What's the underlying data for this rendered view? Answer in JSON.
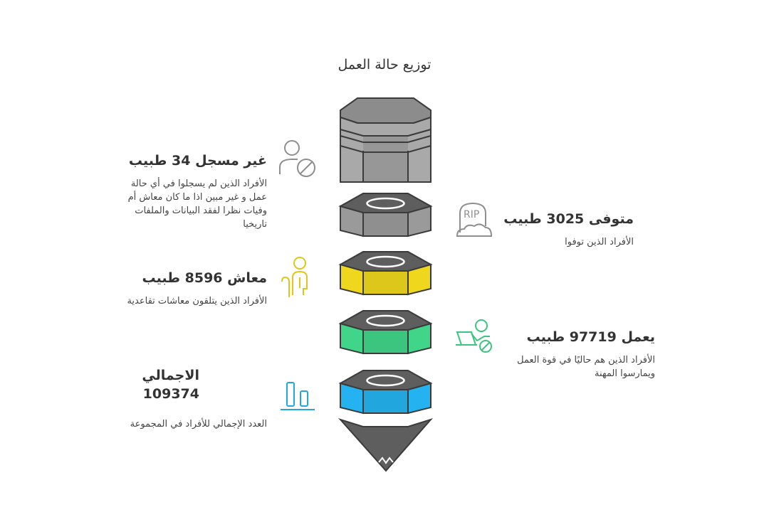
{
  "title": "توزيع حالة العمل",
  "items": [
    {
      "key": "unregistered",
      "heading": "غير مسجل 34 طبيب",
      "description": "الأفراد الذين لم يسجلوا في أي حالة عمل و غير مبين اذا ما كان معاش أم وفيات نظرا لفقد البيانات والملفات تاريخيا",
      "color": "#8f8f8f",
      "icon": "user-blocked-icon"
    },
    {
      "key": "deceased",
      "heading": "متوفى 3025 طبيب",
      "description": "الأفراد الذين توفوا",
      "color": "#8f8f8f",
      "icon": "tombstone-icon",
      "icon_text": "RIP"
    },
    {
      "key": "retired",
      "heading": "معاش 8596 طبيب",
      "description": "الأفراد الذين يتلقون معاشات تقاعدية",
      "color": "#dcc71a",
      "icon": "retiree-cane-icon"
    },
    {
      "key": "working",
      "heading": "يعمل 97719 طبيب",
      "description": "الأفراد الذين هم حاليًا في قوة العمل ويمارسوا المهنة",
      "color": "#3cc57f",
      "icon": "worker-laptop-icon"
    },
    {
      "key": "total",
      "heading": "الاجمالي 109374",
      "description": "العدد الإجمالي للأفراد في المجموعة",
      "color": "#21a6de",
      "icon": "bar-chart-icon"
    }
  ],
  "colors": {
    "dark": "#5e5e5e",
    "outline": "#3b3b3b",
    "gray": "#8f8f8f",
    "yellow": "#dcc71a",
    "green": "#3cc57f",
    "blue": "#21a6de",
    "text": "#333333"
  }
}
